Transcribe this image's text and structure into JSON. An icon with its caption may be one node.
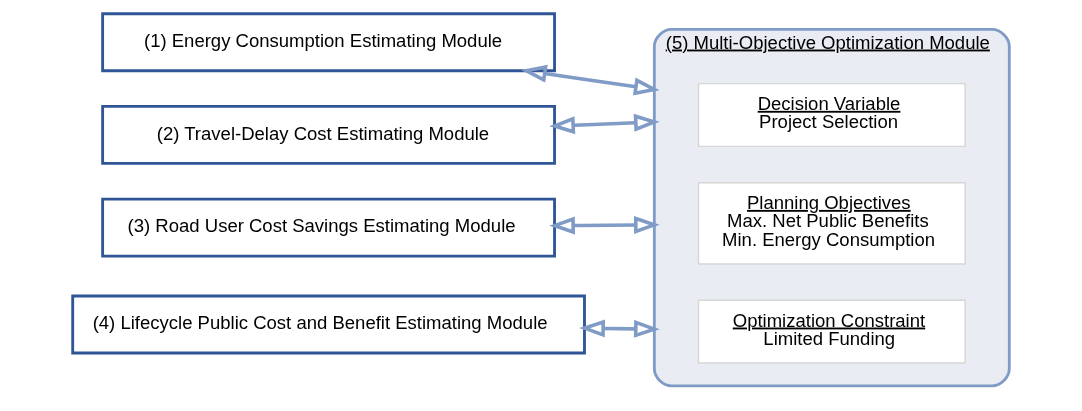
{
  "diagram": {
    "nodes": [
      {
        "text": [
          "(1) Energy Consumption Estimating Module"
        ]
      },
      {
        "text": [
          "(2) Travel-Delay Cost Estimating Module"
        ]
      },
      {
        "text": [
          "(3) Road User Cost Savings Estimating Module"
        ]
      },
      {
        "text": [
          "(4) Lifecycle Public Cost and Benefit Estimating Module"
        ]
      },
      {
        "text": [
          "(5) Multi-Objective Optimization Module"
        ]
      },
      {
        "text": [
          "Decision Variable",
          "Project Selection"
        ],
        "in": 4
      },
      {
        "text": [
          "Planning Objectives",
          "Max. Net Public Benefits",
          "Min. Energy Consumption"
        ],
        "in": 4
      },
      {
        "text": [
          "Optimization Constraint",
          "Limited Funding"
        ],
        "in": 4
      }
    ],
    "edges": [
      {
        "from": 0,
        "to": 4,
        "arrow": "both"
      },
      {
        "from": 1,
        "to": 4,
        "arrow": "both"
      },
      {
        "from": 2,
        "to": 4,
        "arrow": "both"
      },
      {
        "from": 3,
        "to": 4,
        "arrow": "both"
      }
    ]
  }
}
